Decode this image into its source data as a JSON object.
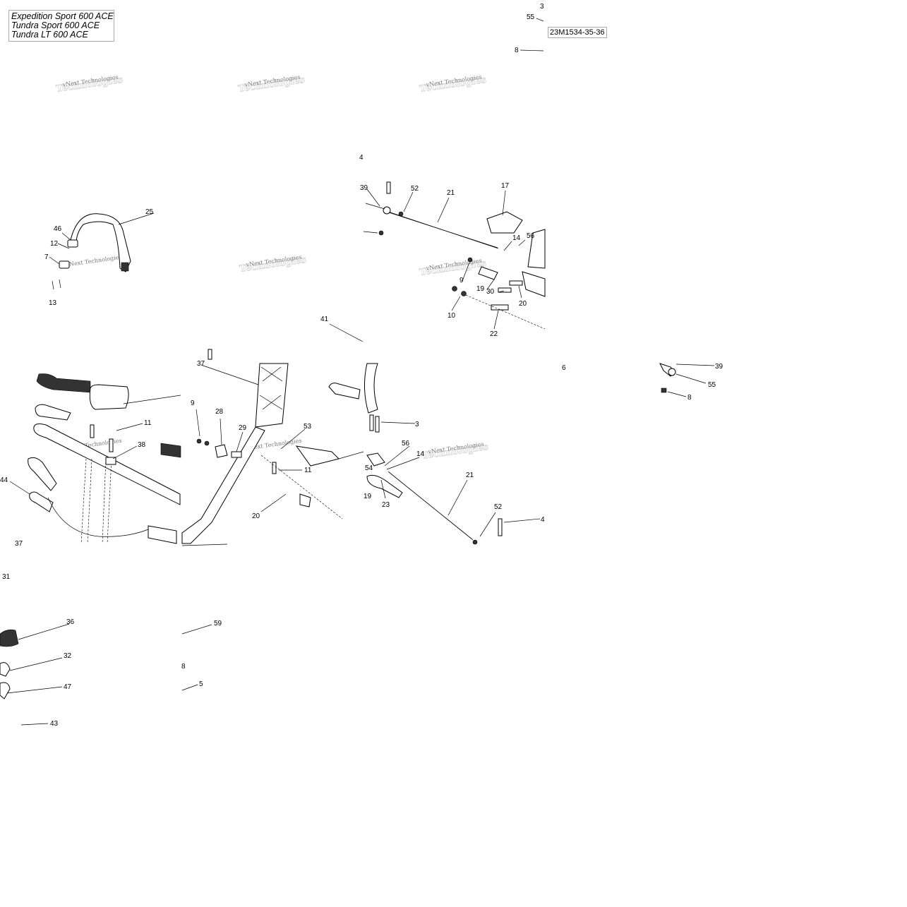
{
  "models": [
    "Expedition Sport 600 ACE",
    "Tundra Sport 600 ACE",
    "Tundra LT 600 ACE"
  ],
  "diagram_ref": "23M1534-35-36",
  "watermark": "vNext Technologies",
  "callouts": [
    "3",
    "55",
    "8",
    "4",
    "39",
    "52",
    "21",
    "17",
    "56",
    "14",
    "9",
    "19",
    "30",
    "20",
    "10",
    "22",
    "25",
    "46",
    "12",
    "7",
    "13",
    "41",
    "6",
    "39",
    "55",
    "8",
    "11",
    "38",
    "44",
    "37",
    "9",
    "28",
    "29",
    "53",
    "11",
    "20",
    "37",
    "3",
    "56",
    "14",
    "54",
    "19",
    "23",
    "21",
    "52",
    "4",
    "31",
    "36",
    "32",
    "47",
    "43",
    "59",
    "8",
    "5"
  ]
}
